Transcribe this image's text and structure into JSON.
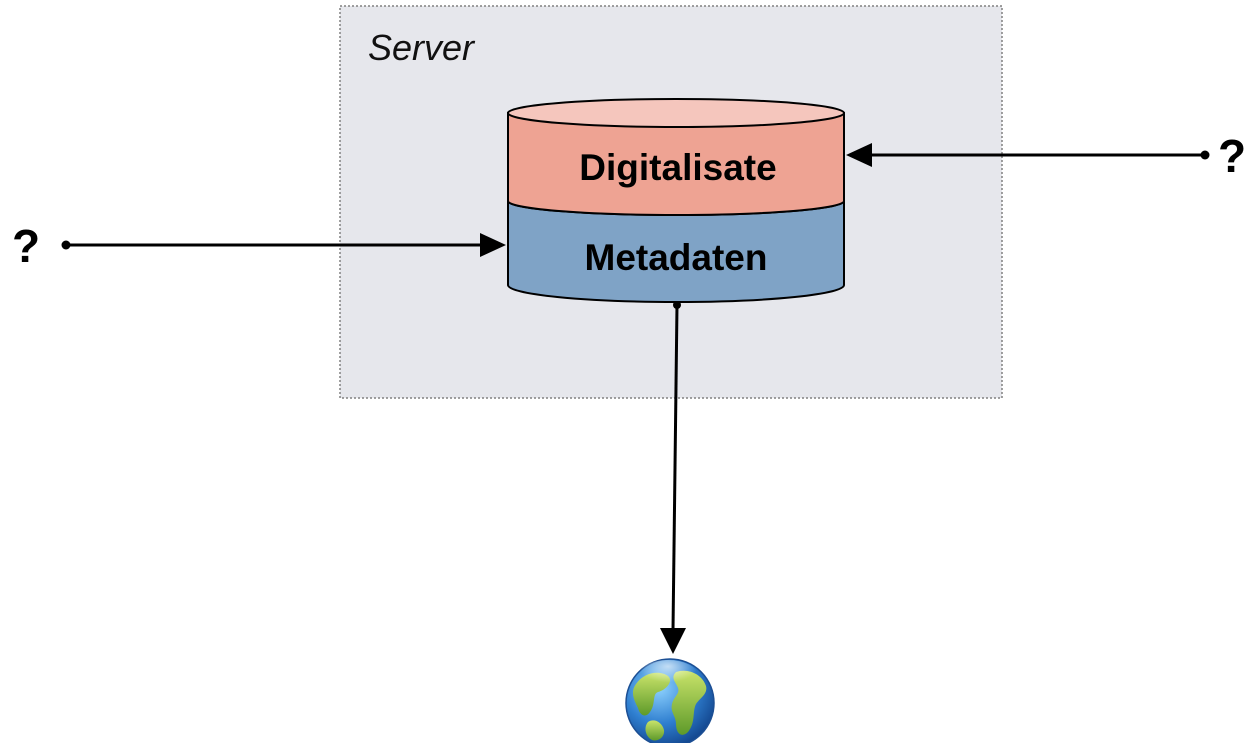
{
  "server": {
    "label": "Server"
  },
  "database": {
    "top_label": "Digitalisate",
    "bottom_label": "Metadaten"
  },
  "inputs": {
    "left_label": "?",
    "right_label": "?"
  },
  "output": {
    "icon": "globe-icon"
  },
  "colors": {
    "server_fill": "#e6e7ec",
    "server_border": "#808080",
    "digitalisate_fill": "#eea393",
    "digitalisate_top": "#f5c6bd",
    "metadaten_fill": "#7fa3c6",
    "line": "#000000"
  }
}
